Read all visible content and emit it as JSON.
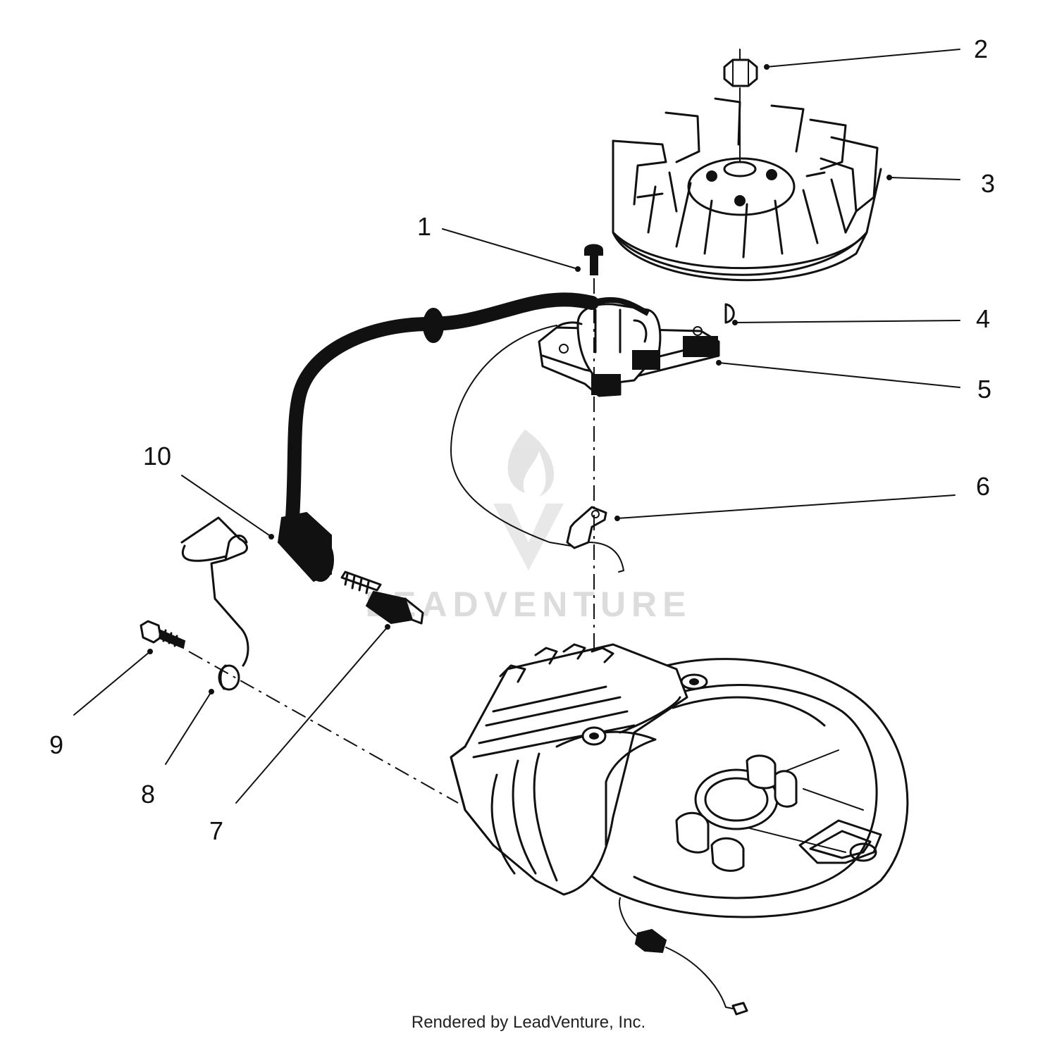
{
  "diagram": {
    "callouts": [
      {
        "label": "1"
      },
      {
        "label": "2"
      },
      {
        "label": "3"
      },
      {
        "label": "4"
      },
      {
        "label": "5"
      },
      {
        "label": "6"
      },
      {
        "label": "7"
      },
      {
        "label": "8"
      },
      {
        "label": "9"
      },
      {
        "label": "10"
      }
    ],
    "watermark": "LEADVENTURE"
  },
  "footer": {
    "credit": "Rendered by LeadVenture, Inc."
  }
}
